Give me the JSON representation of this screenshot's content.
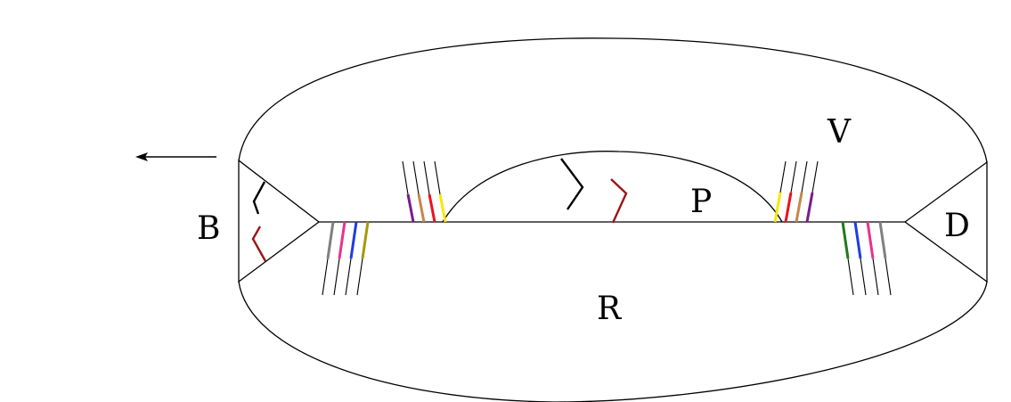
{
  "diagram": {
    "labels": {
      "B": "B",
      "D": "D",
      "P": "P",
      "R": "R",
      "V": "V"
    },
    "arrow": {
      "direction": "left"
    },
    "colors": {
      "outline": "#000000",
      "purple": "#7b1a8c",
      "tan": "#c8864b",
      "red": "#e8131d",
      "yellow": "#f7e800",
      "gray": "#808080",
      "magenta": "#e8328f",
      "blue": "#1f3de0",
      "olive": "#a39a0c",
      "green": "#1f7a1a",
      "darkred": "#9c1414",
      "black": "#000000"
    },
    "strand_groups": {
      "upper_left": [
        "purple",
        "tan",
        "red",
        "yellow"
      ],
      "lower_left": [
        "gray",
        "magenta",
        "blue",
        "olive"
      ],
      "upper_right": [
        "yellow",
        "red",
        "tan",
        "purple"
      ],
      "lower_right": [
        "green",
        "blue",
        "magenta",
        "gray"
      ]
    },
    "loose_marks": {
      "B_region": [
        "black",
        "darkred"
      ],
      "P_region": [
        "black",
        "darkred"
      ]
    }
  }
}
